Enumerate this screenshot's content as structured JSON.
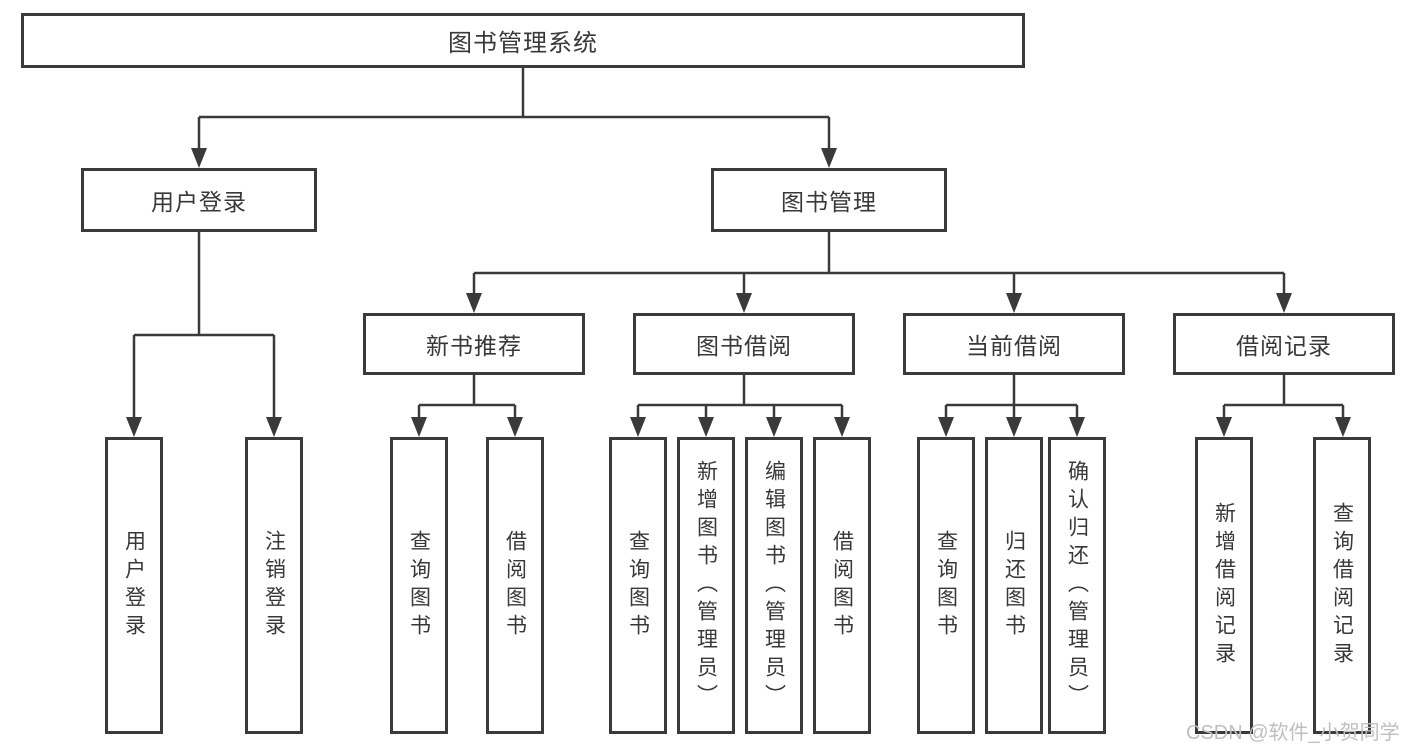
{
  "diagram": {
    "title": "图书管理系统",
    "level1": {
      "user_login": "用户登录",
      "book_manage": "图书管理"
    },
    "level2": {
      "new_book": "新书推荐",
      "book_borrow": "图书借阅",
      "current_borrow": "当前借阅",
      "borrow_record": "借阅记录"
    },
    "leaves": {
      "user_login": [
        "用户登录",
        "注销登录"
      ],
      "new_book": [
        "查询图书",
        "借阅图书"
      ],
      "book_borrow": [
        "查询图书",
        "新增图书（管理员）",
        "编辑图书（管理员）",
        "借阅图书"
      ],
      "current_borrow": [
        "查询图书",
        "归还图书",
        "确认归还（管理员）"
      ],
      "borrow_record": [
        "新增借阅记录",
        "查询借阅记录"
      ]
    }
  },
  "watermark": "CSDN @软件_小贺同学",
  "colors": {
    "line": "#3a3a3a",
    "text": "#383838",
    "watermark": "#bfbfbf",
    "background": "#ffffff"
  }
}
